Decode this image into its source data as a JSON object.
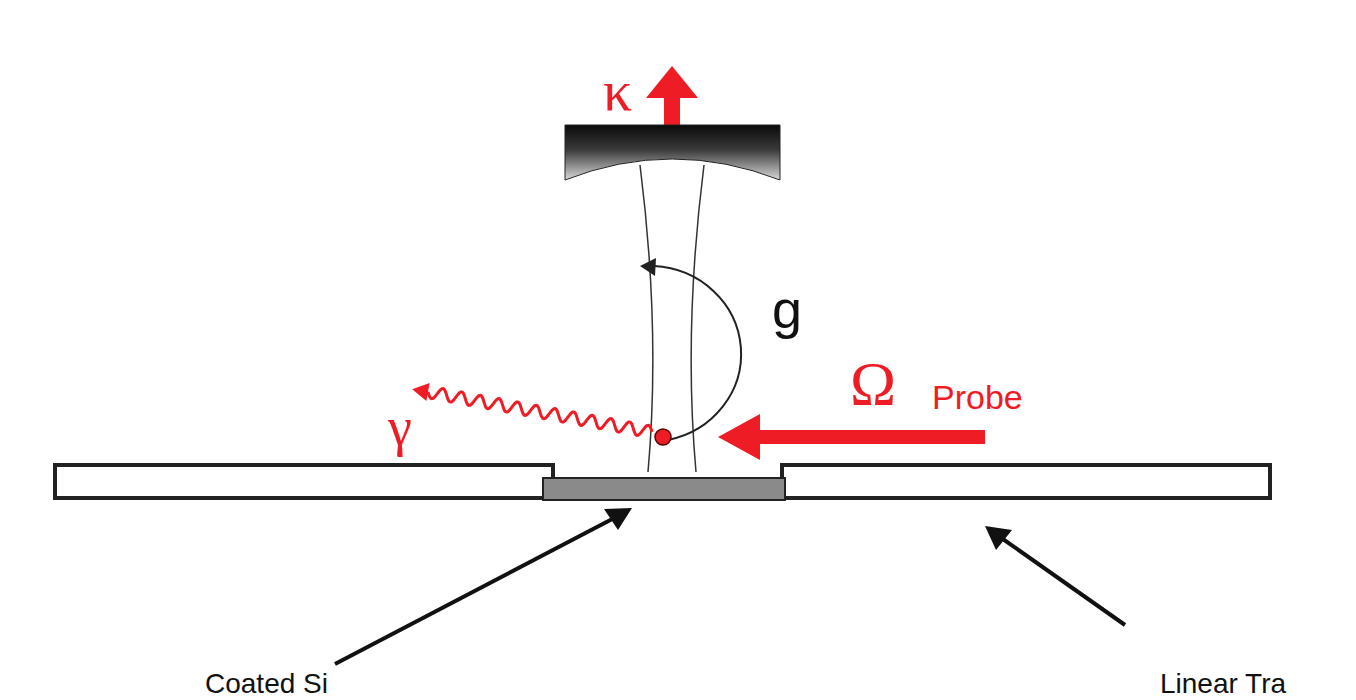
{
  "diagram": {
    "labels": [
      "κ",
      "g",
      "γ",
      "Ω",
      "Probe",
      "Coated Si",
      "Linear Tra"
    ]
  }
}
